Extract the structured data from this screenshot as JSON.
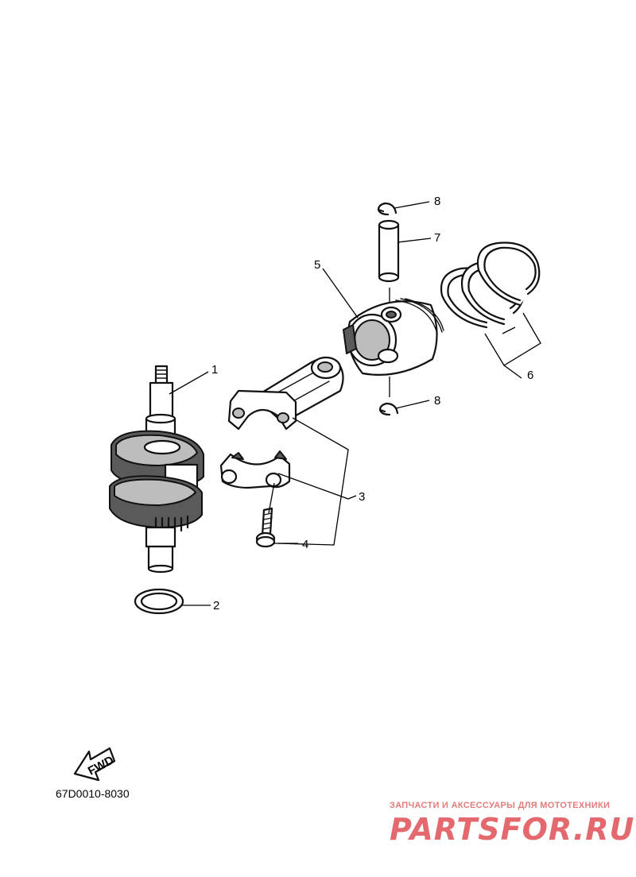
{
  "callouts": {
    "crankshaft": "1",
    "oil_seal": "2",
    "connecting_rod": "3",
    "rod_bolt": "4",
    "piston": "5",
    "piston_rings": "6",
    "piston_pin": "7",
    "clip_top": "8",
    "clip_bottom": "8"
  },
  "fwd_label": "FWD",
  "diagram_code": "67D0010-8030",
  "watermark": {
    "tagline": "ЗАПЧАСТИ И АКСЕССУАРЫ ДЛЯ МОТОТЕХНИКИ",
    "brand": "PARTSFOR.RU",
    "color": "#e3696f"
  }
}
